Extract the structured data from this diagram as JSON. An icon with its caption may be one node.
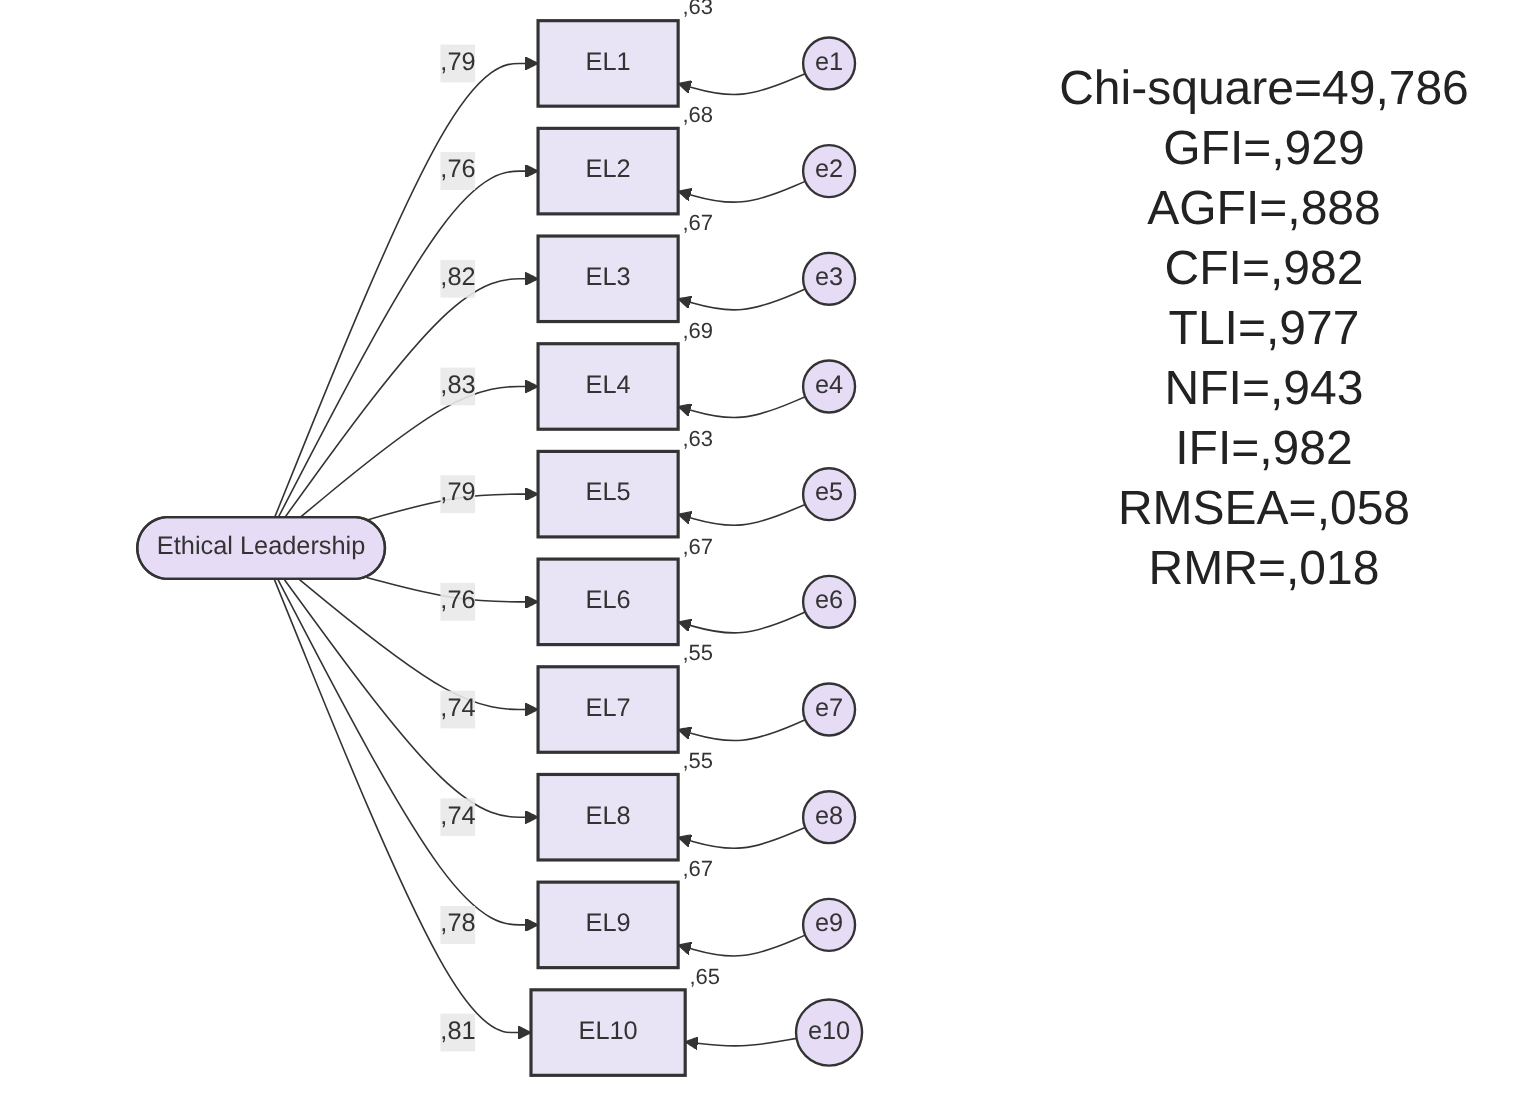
{
  "diagram": {
    "nodes": [
      {
        "text": [
          "Ethical Leadership"
        ]
      },
      {
        "text": [
          "EL1"
        ],
        "beside": [
          ",63"
        ]
      },
      {
        "text": [
          "EL2"
        ],
        "beside": [
          ",68"
        ]
      },
      {
        "text": [
          "EL3"
        ],
        "beside": [
          ",67"
        ]
      },
      {
        "text": [
          "EL4"
        ],
        "beside": [
          ",69"
        ]
      },
      {
        "text": [
          "EL5"
        ],
        "beside": [
          ",63"
        ]
      },
      {
        "text": [
          "EL6"
        ],
        "beside": [
          ",67"
        ]
      },
      {
        "text": [
          "EL7"
        ],
        "beside": [
          ",55"
        ]
      },
      {
        "text": [
          "EL8"
        ],
        "beside": [
          ",55"
        ]
      },
      {
        "text": [
          "EL9"
        ],
        "beside": [
          ",67"
        ]
      },
      {
        "text": [
          "EL10"
        ],
        "beside": [
          ",65"
        ]
      },
      {
        "text": [
          "e1"
        ]
      },
      {
        "text": [
          "e2"
        ]
      },
      {
        "text": [
          "e3"
        ]
      },
      {
        "text": [
          "e4"
        ]
      },
      {
        "text": [
          "e5"
        ]
      },
      {
        "text": [
          "e6"
        ]
      },
      {
        "text": [
          "e7"
        ]
      },
      {
        "text": [
          "e8"
        ]
      },
      {
        "text": [
          "e9"
        ]
      },
      {
        "text": [
          "e10"
        ]
      }
    ],
    "edges": [
      {
        "from": 0,
        "to": 1,
        "arrow": "to",
        "label": ",79"
      },
      {
        "from": 0,
        "to": 2,
        "arrow": "to",
        "label": ",76"
      },
      {
        "from": 0,
        "to": 3,
        "arrow": "to",
        "label": ",82"
      },
      {
        "from": 0,
        "to": 4,
        "arrow": "to",
        "label": ",83"
      },
      {
        "from": 0,
        "to": 5,
        "arrow": "to",
        "label": ",79"
      },
      {
        "from": 0,
        "to": 6,
        "arrow": "to",
        "label": ",76"
      },
      {
        "from": 0,
        "to": 7,
        "arrow": "to",
        "label": ",74"
      },
      {
        "from": 0,
        "to": 8,
        "arrow": "to",
        "label": ",74"
      },
      {
        "from": 0,
        "to": 9,
        "arrow": "to",
        "label": ",78"
      },
      {
        "from": 0,
        "to": 10,
        "arrow": "to",
        "label": ",81"
      },
      {
        "from": 11,
        "to": 1,
        "arrow": "to"
      },
      {
        "from": 12,
        "to": 2,
        "arrow": "to"
      },
      {
        "from": 13,
        "to": 3,
        "arrow": "to"
      },
      {
        "from": 14,
        "to": 4,
        "arrow": "to"
      },
      {
        "from": 15,
        "to": 5,
        "arrow": "to"
      },
      {
        "from": 16,
        "to": 6,
        "arrow": "to"
      },
      {
        "from": 17,
        "to": 7,
        "arrow": "to"
      },
      {
        "from": 18,
        "to": 8,
        "arrow": "to"
      },
      {
        "from": 19,
        "to": 9,
        "arrow": "to"
      },
      {
        "from": 20,
        "to": 10,
        "arrow": "to"
      }
    ],
    "labels": [
      "Chi-square=49,786",
      "GFI=,929",
      "AGFI=,888",
      "CFI=,982",
      "TLI=,977",
      "NFI=,943",
      "IFI=,982",
      "RMSEA=,058",
      "RMR=,018"
    ]
  }
}
